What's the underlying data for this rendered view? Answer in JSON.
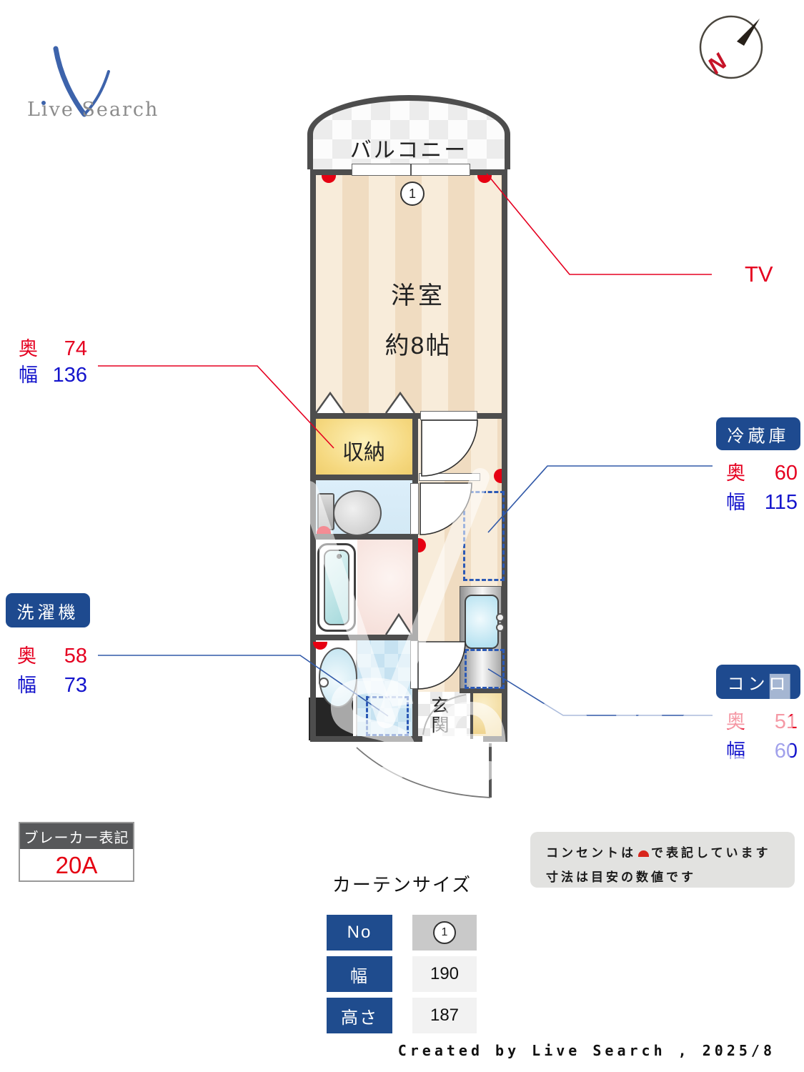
{
  "logo": {
    "text": "Live Search"
  },
  "compass": {
    "label": "N"
  },
  "plan": {
    "balcony": "バルコニー",
    "window_no": "1",
    "room_name": "洋室",
    "room_size": "約8帖",
    "closet": "収納",
    "entrance": "玄関"
  },
  "callouts": {
    "tv": "TV",
    "closet": {
      "rows": [
        {
          "label": "奥",
          "value": "74"
        },
        {
          "label": "幅",
          "value": "136"
        }
      ]
    },
    "fridge": {
      "title": "冷蔵庫",
      "rows": [
        {
          "label": "奥",
          "value": "60"
        },
        {
          "label": "幅",
          "value": "115"
        }
      ]
    },
    "washer": {
      "title": "洗濯機",
      "rows": [
        {
          "label": "奥",
          "value": "58"
        },
        {
          "label": "幅",
          "value": "73"
        }
      ]
    },
    "stove": {
      "title": "コンロ",
      "rows": [
        {
          "label": "奥",
          "value": "51"
        },
        {
          "label": "幅",
          "value": "60"
        }
      ]
    }
  },
  "breaker": {
    "title": "ブレーカー表記",
    "value": "20A"
  },
  "notes": {
    "line1_pre": "コンセントは",
    "line1_post": "で表記しています",
    "line2": "寸法は目安の数値です"
  },
  "curtain": {
    "title": "カーテンサイズ",
    "rows": [
      {
        "label": "No",
        "value": "1"
      },
      {
        "label": "幅",
        "value": "190"
      },
      {
        "label": "高さ",
        "value": "187"
      }
    ]
  },
  "footer": "Created by Live Search , 2025/8",
  "colors": {
    "accent_navy": "#1e4a8f",
    "table_blue": "#1f4c8e",
    "dim_red": "#e50020",
    "dim_blue": "#1414cc",
    "wall_gray": "#4d4d4d",
    "outlet_red": "#e60012",
    "dashed_blue": "#2b59b5"
  }
}
